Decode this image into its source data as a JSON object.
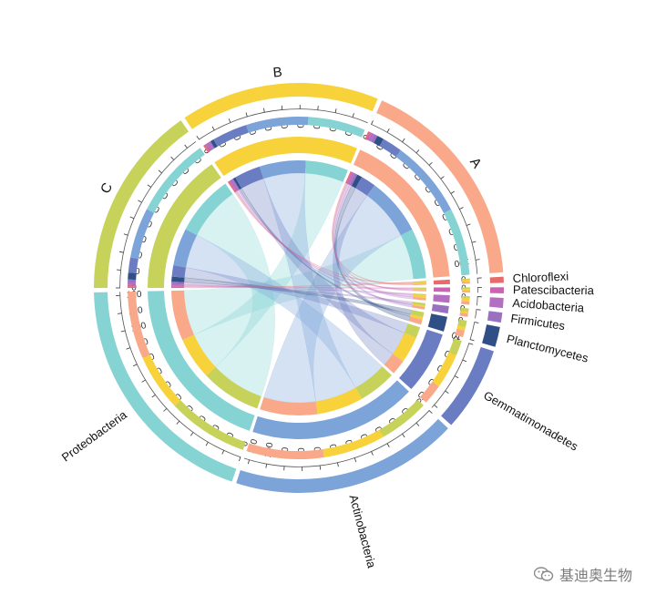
{
  "chart_data": {
    "type": "chord",
    "samples": [
      {
        "name": "A",
        "color": "#f9a98a"
      },
      {
        "name": "B",
        "color": "#f7d23a"
      },
      {
        "name": "C",
        "color": "#c6d25a"
      }
    ],
    "phyla": [
      {
        "name": "Proteobacteria",
        "color": "#86d3d4"
      },
      {
        "name": "Actinobacteria",
        "color": "#7ca4d9"
      },
      {
        "name": "Gemmatimonadetes",
        "color": "#6a7cc2"
      },
      {
        "name": "Planctomycetes",
        "color": "#2f4f86"
      },
      {
        "name": "Firmicutes",
        "color": "#9a70c0"
      },
      {
        "name": "Acidobacteria",
        "color": "#b56fc0"
      },
      {
        "name": "Patescibacteria",
        "color": "#cc62b4"
      },
      {
        "name": "Chloroflexi",
        "color": "#e86a6a"
      }
    ],
    "values": [
      [
        40,
        46,
        12,
        4,
        2,
        2,
        1,
        1
      ],
      [
        34,
        37,
        21,
        2,
        1,
        2,
        1,
        1
      ],
      [
        48,
        30,
        9,
        4,
        2,
        1,
        1,
        1
      ]
    ],
    "tick_step": 10
  },
  "watermark": {
    "text": "基迪奥生物",
    "icon": "wechat-icon"
  }
}
